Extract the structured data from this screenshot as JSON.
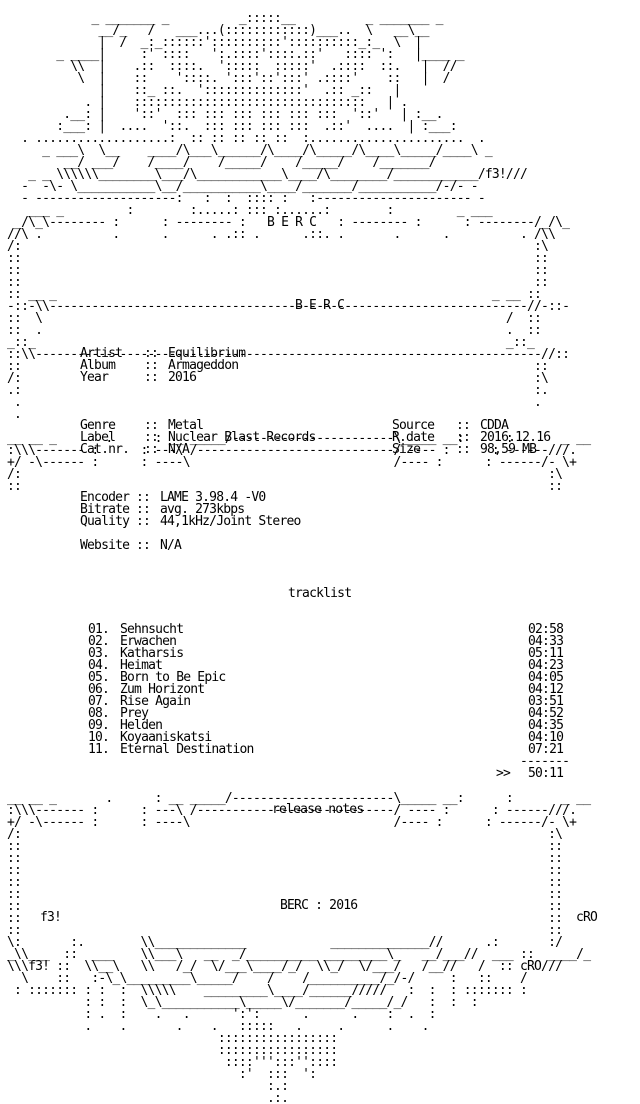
{
  "header": {
    "group": "B E R C"
  },
  "release": {
    "artist_label": "Artist",
    "artist": "Equilibrium",
    "album_label": "Album",
    "album": "Armageddon",
    "year_label": "Year",
    "year": "2016",
    "genre_label": "Genre",
    "genre": "Metal",
    "source_label": "Source",
    "source": "CDDA",
    "label_label": "Label",
    "label": "Nuclear Blast Records",
    "rdate_label": "R.date",
    "rdate": "2016.12.16",
    "catnr_label": "Cat.nr.",
    "catnr": "N/A",
    "size_label": "Size",
    "size": "98,59 MB",
    "encoder_label": "Encoder",
    "encoder": "LAME 3.98.4 -V0",
    "bitrate_label": "Bitrate",
    "bitrate": "avg. 273kbps",
    "quality_label": "Quality",
    "quality": "44,1kHz/Joint Stereo",
    "website_label": "Website",
    "website": "N/A"
  },
  "tracklist": {
    "heading": "tracklist",
    "tracks": [
      {
        "num": "01.",
        "title": "Sehnsucht",
        "duration": "02:58"
      },
      {
        "num": "02.",
        "title": "Erwachen",
        "duration": "04:33"
      },
      {
        "num": "03.",
        "title": "Katharsis",
        "duration": "05:11"
      },
      {
        "num": "04.",
        "title": "Heimat",
        "duration": "04:23"
      },
      {
        "num": "05.",
        "title": "Born to Be Epic",
        "duration": "04:05"
      },
      {
        "num": "06.",
        "title": "Zum Horizont",
        "duration": "04:12"
      },
      {
        "num": "07.",
        "title": "Rise Again",
        "duration": "03:51"
      },
      {
        "num": "08.",
        "title": "Prey",
        "duration": "04:52"
      },
      {
        "num": "09.",
        "title": "Helden",
        "duration": "04:35"
      },
      {
        "num": "10.",
        "title": "Koyaaniskatsi",
        "duration": "04:10"
      },
      {
        "num": "11.",
        "title": "Eternal Destination",
        "duration": "07:21"
      }
    ],
    "total_marker": ">>",
    "total": "50:11"
  },
  "release_notes": {
    "heading": "release notes"
  },
  "footer": {
    "group_year": "BERC : 2016",
    "tag_left": "f3!",
    "tag_right": "cRO"
  }
}
